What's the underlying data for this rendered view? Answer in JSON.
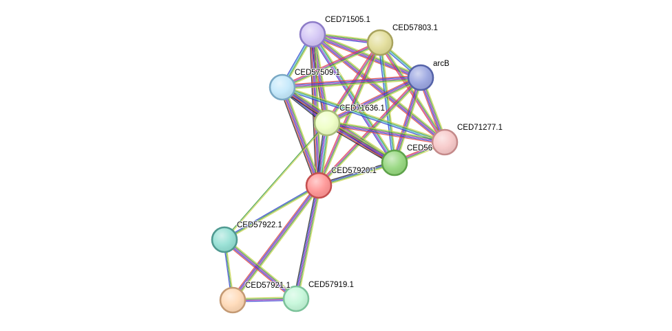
{
  "network": {
    "nodes": [
      {
        "id": "CED71505.1",
        "label": "CED71505.1",
        "fill": "#d2c4f5",
        "stroke": "#8d7cc7"
      },
      {
        "id": "CED57803.1",
        "label": "CED57803.1",
        "fill": "#e2dd98",
        "stroke": "#a8a35e"
      },
      {
        "id": "arcB",
        "label": "arcB",
        "fill": "#9aa5e0",
        "stroke": "#5563a8"
      },
      {
        "id": "CED57509.1",
        "label": "CED57509.1",
        "fill": "#c3e8fb",
        "stroke": "#7aa8c4"
      },
      {
        "id": "CED71636.1",
        "label": "CED71636.1",
        "fill": "#eeffc4",
        "stroke": "#a9bd7b"
      },
      {
        "id": "CED71277.1",
        "label": "CED71277.1",
        "fill": "#f7c8c8",
        "stroke": "#c48a8a"
      },
      {
        "id": "CED56",
        "label": "CED56",
        "fill": "#95d77e",
        "stroke": "#5ea24a"
      },
      {
        "id": "CED57920.1",
        "label": "CED57920.1",
        "fill": "#ff9494",
        "stroke": "#c45050"
      },
      {
        "id": "CED57922.1",
        "label": "CED57922.1",
        "fill": "#94e0d4",
        "stroke": "#4f9990"
      },
      {
        "id": "CED57921.1",
        "label": "CED57921.1",
        "fill": "#ffd9b6",
        "stroke": "#c49a74"
      },
      {
        "id": "CED57919.1",
        "label": "CED57919.1",
        "fill": "#c4f7d9",
        "stroke": "#7cc29a"
      }
    ],
    "edges": [
      {
        "a": "CED71505.1",
        "b": "CED57803.1",
        "colors": [
          "#c9d44a",
          "#3d9a3d",
          "#a52fb5",
          "#2f3fcf"
        ]
      },
      {
        "a": "CED71505.1",
        "b": "arcB",
        "colors": [
          "#c9d44a",
          "#3d9a3d",
          "#a52fb5",
          "#2f3fcf",
          "#e04040"
        ]
      },
      {
        "a": "CED71505.1",
        "b": "CED57509.1",
        "colors": [
          "#c9d44a",
          "#3d9a3d",
          "#4fb8d4",
          "#2f3fcf"
        ]
      },
      {
        "a": "CED71505.1",
        "b": "CED71636.1",
        "colors": [
          "#c9d44a",
          "#3d9a3d",
          "#a52fb5",
          "#2f3fcf",
          "#e04040",
          "#222222"
        ]
      },
      {
        "a": "CED71505.1",
        "b": "CED71277.1",
        "colors": [
          "#c9d44a",
          "#3d9a3d",
          "#a52fb5",
          "#2f3fcf",
          "#e04040"
        ]
      },
      {
        "a": "CED71505.1",
        "b": "CED56",
        "colors": [
          "#c9d44a",
          "#3d9a3d",
          "#4fb8d4",
          "#a52fb5",
          "#2f3fcf"
        ]
      },
      {
        "a": "CED71505.1",
        "b": "CED57920.1",
        "colors": [
          "#c9d44a",
          "#3d9a3d",
          "#a52fb5",
          "#2f3fcf",
          "#e04040",
          "#222222"
        ]
      },
      {
        "a": "CED57803.1",
        "b": "arcB",
        "colors": [
          "#c9d44a",
          "#3d9a3d",
          "#4fb8d4",
          "#2f3fcf"
        ]
      },
      {
        "a": "CED57803.1",
        "b": "CED57509.1",
        "colors": [
          "#c9d44a",
          "#3d9a3d",
          "#a52fb5",
          "#e04040"
        ]
      },
      {
        "a": "CED57803.1",
        "b": "CED71636.1",
        "colors": [
          "#c9d44a",
          "#3d9a3d",
          "#a52fb5",
          "#e04040"
        ]
      },
      {
        "a": "CED57803.1",
        "b": "CED71277.1",
        "colors": [
          "#c9d44a",
          "#3d9a3d",
          "#a52fb5",
          "#e04040"
        ]
      },
      {
        "a": "CED57803.1",
        "b": "CED56",
        "colors": [
          "#c9d44a",
          "#3d9a3d",
          "#4fb8d4",
          "#2f3fcf"
        ]
      },
      {
        "a": "CED57803.1",
        "b": "CED57920.1",
        "colors": [
          "#c9d44a",
          "#3d9a3d",
          "#a52fb5",
          "#e04040"
        ]
      },
      {
        "a": "arcB",
        "b": "CED57509.1",
        "colors": [
          "#c9d44a",
          "#3d9a3d",
          "#a52fb5",
          "#2f3fcf",
          "#e04040"
        ]
      },
      {
        "a": "arcB",
        "b": "CED71636.1",
        "colors": [
          "#c9d44a",
          "#3d9a3d",
          "#a52fb5",
          "#2f3fcf",
          "#e04040"
        ]
      },
      {
        "a": "arcB",
        "b": "CED71277.1",
        "colors": [
          "#c9d44a",
          "#3d9a3d",
          "#a52fb5",
          "#2f3fcf",
          "#e04040"
        ]
      },
      {
        "a": "arcB",
        "b": "CED56",
        "colors": [
          "#c9d44a",
          "#3d9a3d",
          "#a52fb5",
          "#2f3fcf",
          "#e04040"
        ]
      },
      {
        "a": "arcB",
        "b": "CED57920.1",
        "colors": [
          "#c9d44a",
          "#3d9a3d",
          "#a52fb5",
          "#e04040"
        ]
      },
      {
        "a": "CED57509.1",
        "b": "CED71636.1",
        "colors": [
          "#c9d44a",
          "#3d9a3d",
          "#4fb8d4",
          "#a52fb5",
          "#2f3fcf",
          "#222222"
        ]
      },
      {
        "a": "CED57509.1",
        "b": "CED71277.1",
        "colors": [
          "#c9d44a",
          "#3d9a3d",
          "#4fb8d4",
          "#2f3fcf"
        ]
      },
      {
        "a": "CED57509.1",
        "b": "CED56",
        "colors": [
          "#c9d44a",
          "#3d9a3d",
          "#a52fb5",
          "#2f3fcf",
          "#e04040",
          "#222222"
        ]
      },
      {
        "a": "CED57509.1",
        "b": "CED57920.1",
        "colors": [
          "#c9d44a",
          "#3d9a3d",
          "#a52fb5",
          "#2f3fcf",
          "#e04040",
          "#222222"
        ]
      },
      {
        "a": "CED71636.1",
        "b": "CED71277.1",
        "colors": [
          "#c9d44a",
          "#3d9a3d",
          "#a52fb5",
          "#2f3fcf",
          "#e04040"
        ]
      },
      {
        "a": "CED71636.1",
        "b": "CED56",
        "colors": [
          "#c9d44a",
          "#3d9a3d",
          "#a52fb5",
          "#2f3fcf",
          "#e04040",
          "#222222"
        ]
      },
      {
        "a": "CED71636.1",
        "b": "CED57920.1",
        "colors": [
          "#c9d44a",
          "#3d9a3d",
          "#4fb8d4",
          "#a52fb5",
          "#2f3fcf",
          "#222222"
        ]
      },
      {
        "a": "CED71636.1",
        "b": "CED57922.1",
        "colors": [
          "#c9d44a",
          "#3d9a3d"
        ]
      },
      {
        "a": "CED71277.1",
        "b": "CED56",
        "colors": [
          "#c9d44a",
          "#3d9a3d",
          "#a52fb5",
          "#e04040"
        ]
      },
      {
        "a": "CED56",
        "b": "CED57920.1",
        "colors": [
          "#c9d44a",
          "#3d9a3d",
          "#2f3fcf",
          "#222222"
        ]
      },
      {
        "a": "CED57920.1",
        "b": "CED57922.1",
        "colors": [
          "#c9d44a",
          "#3d9a3d",
          "#2f3fcf"
        ]
      },
      {
        "a": "CED57920.1",
        "b": "CED57921.1",
        "colors": [
          "#c9d44a",
          "#3d9a3d",
          "#a52fb5",
          "#2f3fcf",
          "#e04040"
        ]
      },
      {
        "a": "CED57920.1",
        "b": "CED57919.1",
        "colors": [
          "#c9d44a",
          "#3d9a3d",
          "#a52fb5",
          "#2f3fcf",
          "#222222"
        ]
      },
      {
        "a": "CED57922.1",
        "b": "CED57921.1",
        "colors": [
          "#c9d44a",
          "#3d9a3d",
          "#2f3fcf"
        ]
      },
      {
        "a": "CED57922.1",
        "b": "CED57919.1",
        "colors": [
          "#c9d44a",
          "#3d9a3d",
          "#a52fb5",
          "#2f3fcf",
          "#e04040"
        ]
      },
      {
        "a": "CED57921.1",
        "b": "CED57919.1",
        "colors": [
          "#c9d44a",
          "#3d9a3d",
          "#a52fb5",
          "#2f3fcf"
        ]
      }
    ]
  }
}
